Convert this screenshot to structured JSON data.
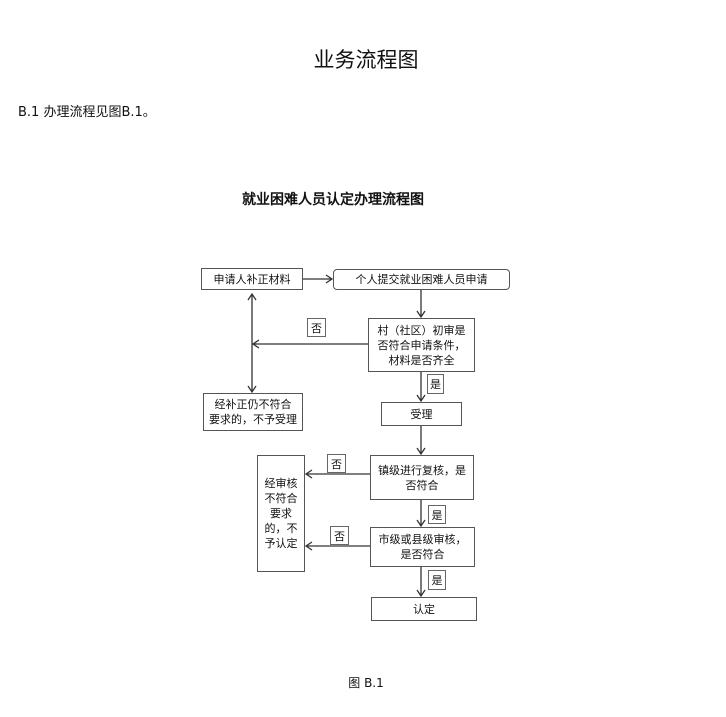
{
  "document": {
    "title": "业务流程图",
    "paragraph": "B.1  办理流程见图B.1。",
    "caption": "图 B.1"
  },
  "flowchart": {
    "title": "就业困难人员认定办理流程图",
    "nodes": {
      "supplement": "申请人补正材料",
      "submit": "个人提交就业困难人员申请",
      "village_review": "村（社区）初审是\n否符合申请条件，\n材料是否齐全",
      "reject_accept": "经补正仍不符合\n要求的，不予受理",
      "accept": "受理",
      "town_review": "镇级进行复核，是\n否符合",
      "reject_confirm": "经审核\n不符合\n要求\n的，不\n予认定",
      "county_review": "市级或县级审核，\n是否符合",
      "confirm": "认定"
    },
    "labels": {
      "no": "否",
      "yes": "是"
    }
  }
}
